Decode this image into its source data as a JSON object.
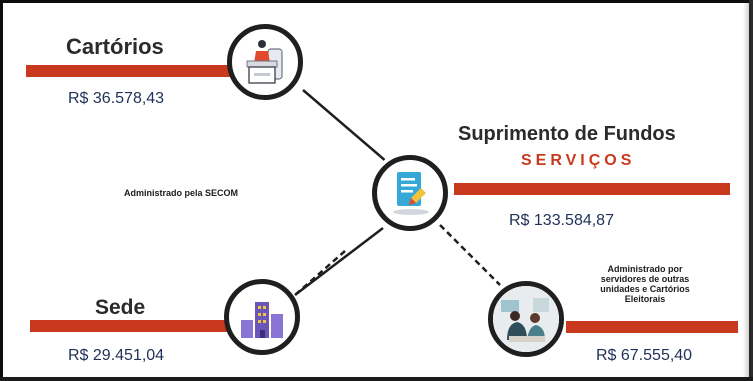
{
  "cartorios": {
    "title": "Cartórios",
    "value": "R$ 36.578,43"
  },
  "suprimento": {
    "title": "Suprimento de Fundos",
    "subtitle": "SERVIÇOS",
    "value": "R$ 133.584,87"
  },
  "sede": {
    "title": "Sede",
    "value": "R$ 29.451,04"
  },
  "notes": {
    "secom": "Administrado pela SECOM",
    "outros": "Administrado por servidores de outras unidades e Cartórios Eleitorais"
  },
  "outros_value": "R$ 67.555,40",
  "colors": {
    "accent": "#c9391d",
    "value_text": "#1f3158",
    "title_text": "#2b2b2b"
  },
  "icons": [
    "clerk-at-desk-icon",
    "document-edit-icon",
    "office-building-icon",
    "team-meeting-photo"
  ]
}
